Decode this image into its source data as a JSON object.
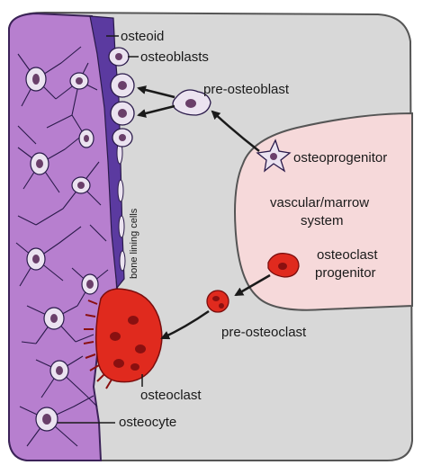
{
  "labels": {
    "osteoid": "osteoid",
    "osteoblasts": "osteoblasts",
    "pre_osteoblast": "pre-osteoblast",
    "osteoprogenitor": "osteoprogenitor",
    "vascular_line1": "vascular/marrow",
    "vascular_line2": "system",
    "osteoclast_progenitor_line1": "osteoclast",
    "osteoclast_progenitor_line2": "progenitor",
    "pre_osteoclast": "pre-osteoclast",
    "osteoclast": "osteoclast",
    "osteocyte": "osteocyte",
    "bone_lining_cells": "bone lining cells"
  },
  "colors": {
    "bone": "#b77fcf",
    "osteoid": "#5b3aa0",
    "marrow": "#f6d9da",
    "background": "#d8d8d8",
    "osteoclast": "#e02a1e",
    "cell_light": "#ebe3f0",
    "nucleus": "#6a3f6a"
  }
}
